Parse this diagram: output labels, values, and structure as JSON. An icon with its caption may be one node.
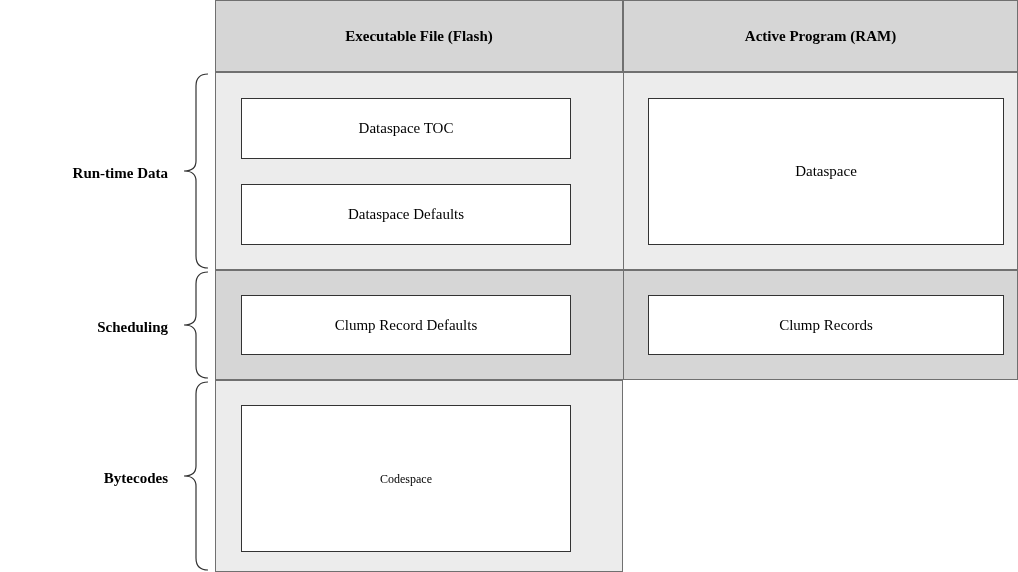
{
  "diagram": {
    "nodes": [
      {
        "text": [
          "Executable File (Flash)"
        ]
      },
      {
        "text": [
          "Active Program (RAM)"
        ]
      },
      {
        "text": [
          "Run-time Data"
        ]
      },
      {
        "text": [
          "Dataspace TOC"
        ],
        "in": 2
      },
      {
        "text": [
          "Dataspace Defaults"
        ],
        "in": 2
      },
      {
        "text": [
          "Dataspace"
        ],
        "in": 2
      },
      {
        "text": [
          "Scheduling"
        ]
      },
      {
        "text": [
          "Clump Record Defaults"
        ],
        "in": 6
      },
      {
        "text": [
          "Clump Records"
        ],
        "in": 6
      },
      {
        "text": [
          "Bytecodes"
        ]
      },
      {
        "text": [
          "Codespace"
        ],
        "in": 9
      }
    ]
  }
}
